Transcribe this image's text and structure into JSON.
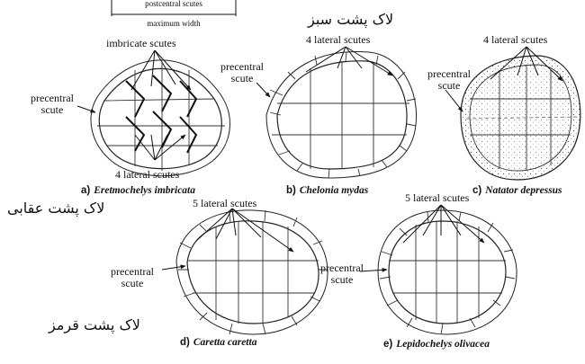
{
  "header": {
    "postcentral_label": "postcentral scutes",
    "max_width_label": "maximum width"
  },
  "panels": {
    "a": {
      "top_label": "imbricate scutes",
      "left_label": [
        "precentral",
        "scute"
      ],
      "bottom_label": "4 lateral scutes",
      "caption_letter": "a)",
      "caption_species": "Eretmochelys imbricata",
      "persian_label": "لاک پشت عقابی"
    },
    "b": {
      "top_label": "4 lateral scutes",
      "left_label": [
        "precentral",
        "scute"
      ],
      "caption_letter": "b)",
      "caption_species": "Chelonia mydas",
      "persian_label": "لاک پشت سبز"
    },
    "c": {
      "top_label": "4 lateral scutes",
      "left_label": [
        "precentral",
        "scute"
      ],
      "caption_letter": "c)",
      "caption_species": "Natator depressus"
    },
    "d": {
      "top_label": "5 lateral scutes",
      "left_label": [
        "precentral",
        "scute"
      ],
      "caption_letter": "d)",
      "caption_species": "Caretta caretta",
      "persian_label": "لاک پشت قرمز"
    },
    "e": {
      "top_label": "5 lateral scutes",
      "left_label": [
        "precentral",
        "scute"
      ],
      "caption_letter": "e)",
      "caption_species": "Lepidochelys olivacea"
    }
  }
}
